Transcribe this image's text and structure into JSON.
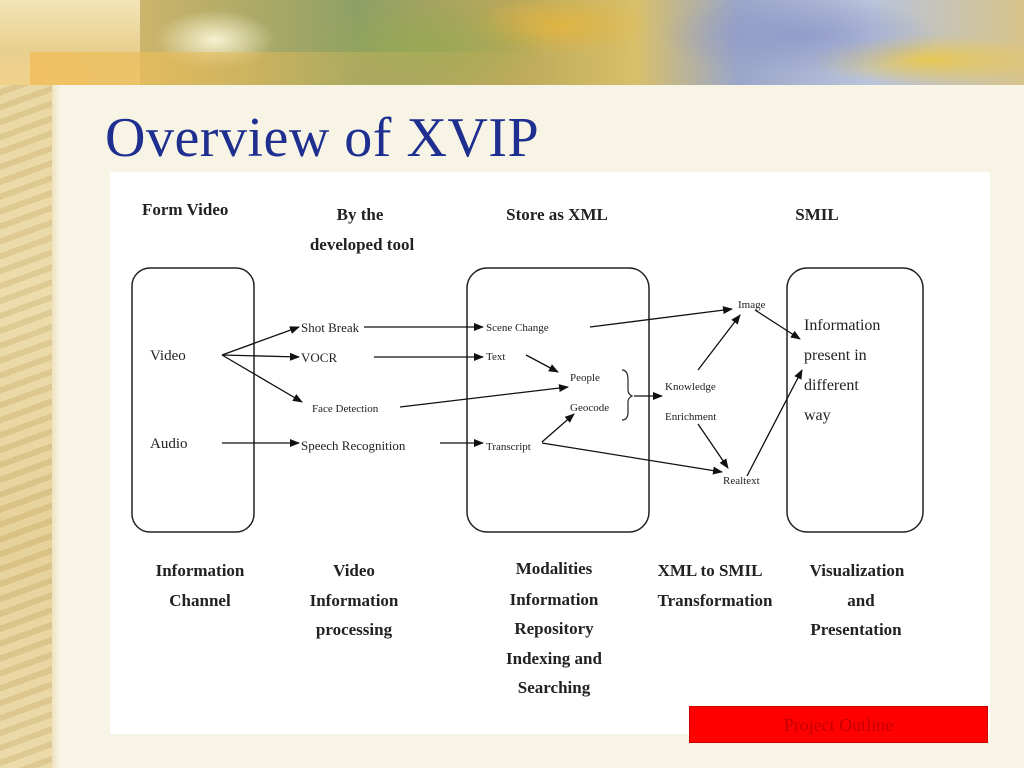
{
  "slide": {
    "title": "Overview of XVIP",
    "outline_link": "Project Outline"
  },
  "diagram": {
    "headers": {
      "col1": "Form Video",
      "col2_line1": "By the",
      "col2_line2": "developed tool",
      "col3": "Store as XML",
      "col4": "SMIL"
    },
    "channel": {
      "video": "Video",
      "audio": "Audio"
    },
    "processing": {
      "shot_break": "Shot Break",
      "vocr": "VOCR",
      "face_detection": "Face Detection",
      "speech_recognition": "Speech Recognition"
    },
    "repository": {
      "scene_change": "Scene Change",
      "text": "Text",
      "people": "People",
      "geocode": "Geocode",
      "transcript": "Transcript"
    },
    "enrichment": {
      "image": "Image",
      "knowledge": "Knowledge",
      "enrichment": "Enrichment",
      "realtext": "Realtext"
    },
    "presentation": {
      "line1": "Information",
      "line2": "present in",
      "line3": "different",
      "line4": "way"
    },
    "captions": {
      "col1_line1": "Information",
      "col1_line2": "Channel",
      "col2_line1": "Video",
      "col2_line2": "Information",
      "col2_line3": "processing",
      "col3_line1": "Modalities",
      "col3_line2": "Information",
      "col3_line3": "Repository",
      "col3_line4": "Indexing and",
      "col3_line5": "Searching",
      "col4_line1": "XML to SMIL",
      "col4_line2": "Transformation",
      "col5_line1": "Visualization",
      "col5_line2": "and",
      "col5_line3": "Presentation"
    }
  },
  "colors": {
    "title": "#1f2f8f",
    "outline_button": "#ff0000"
  }
}
